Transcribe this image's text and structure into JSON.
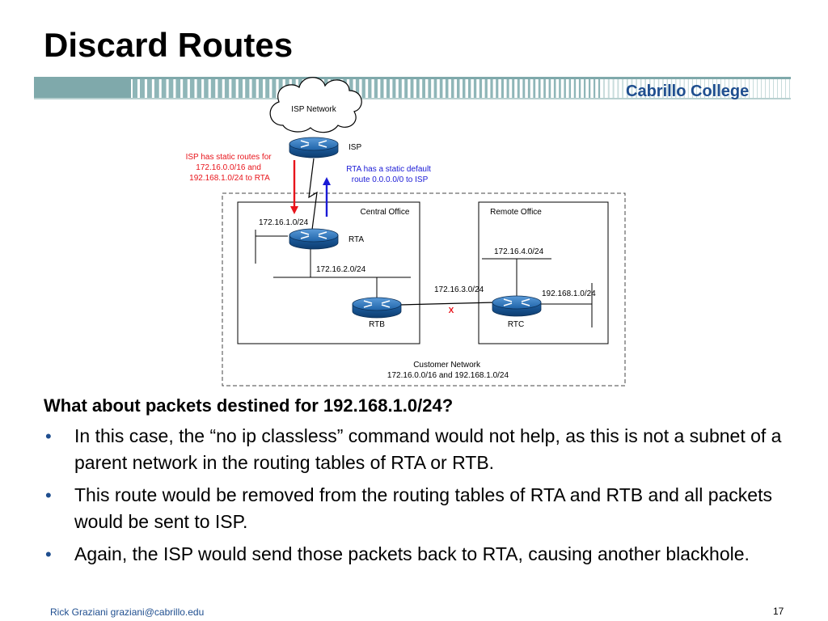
{
  "slide": {
    "title": "Discard Routes",
    "brand": "Cabrillo College"
  },
  "diagram": {
    "cloud_label": "ISP Network",
    "isp_router_label": "ISP",
    "isp_annotation": [
      "ISP has static routes for",
      "172.16.0.0/16 and",
      "192.168.1.0/24 to RTA"
    ],
    "rta_annotation": [
      "RTA has a static default",
      "route 0.0.0.0/0 to ISP"
    ],
    "central_office_label": "Central Office",
    "remote_office_label": "Remote Office",
    "rta_label": "RTA",
    "rtb_label": "RTB",
    "rtc_label": "RTC",
    "net_172_16_1": "172.16.1.0/24",
    "net_172_16_2": "172.16.2.0/24",
    "net_172_16_3": "172.16.3.0/24",
    "net_172_16_4": "172.16.4.0/24",
    "net_192_168_1": "192.168.1.0/24",
    "failure_mark": "X",
    "customer_network": [
      "Customer Network",
      "172.16.0.0/16 and 192.168.1.0/24"
    ],
    "colors": {
      "isp_route_arrow": "#e8141b",
      "default_route_arrow": "#1a1ad6",
      "router_blue": "#1e63a8",
      "failure_red": "#e8141b"
    }
  },
  "content": {
    "question": "What about packets destined for 192.168.1.0/24?",
    "bullet_glyph": "•",
    "bullets": [
      "In this case, the “no ip classless” command would not help, as this is not a subnet of a parent network in the routing tables of RTA or RTB.",
      "This route would be removed from the routing tables of RTA and RTB and all packets would be sent to ISP.",
      "Again, the ISP would send those packets back to RTA, causing another blackhole."
    ]
  },
  "footer": {
    "author": "Rick Graziani  graziani@cabrillo.edu",
    "page_number": "17"
  }
}
